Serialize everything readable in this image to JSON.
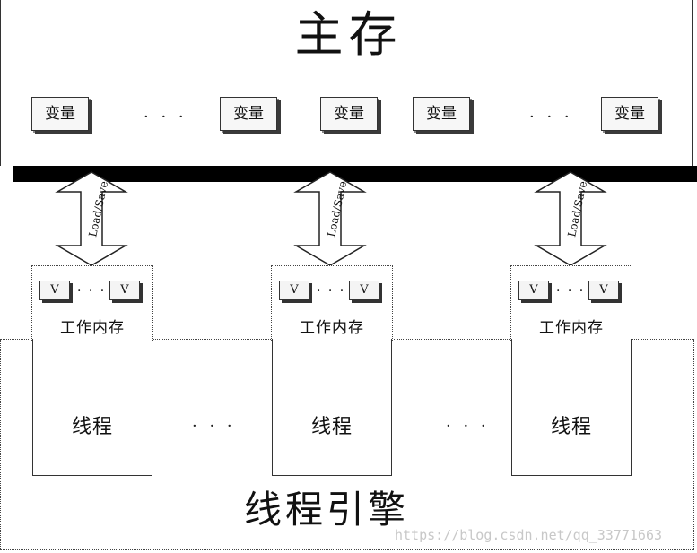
{
  "main_memory": {
    "title": "主存",
    "variables": [
      "变量",
      "变量",
      "变量",
      "变量",
      "变量"
    ],
    "ellipsis": "· · ·"
  },
  "arrow_label": "Load/Save",
  "threads": [
    {
      "work_memory_label": "工作内存",
      "v_items": [
        "V",
        "V"
      ],
      "v_ellipsis": "· · ·",
      "thread_label": "线程"
    },
    {
      "work_memory_label": "工作内存",
      "v_items": [
        "V",
        "V"
      ],
      "v_ellipsis": "· · ·",
      "thread_label": "线程"
    },
    {
      "work_memory_label": "工作内存",
      "v_items": [
        "V",
        "V"
      ],
      "v_ellipsis": "· · ·",
      "thread_label": "线程"
    }
  ],
  "thread_ellipsis": "· · ·",
  "engine_title": "线程引擎",
  "watermark": "https://blog.csdn.net/qq_33771663"
}
